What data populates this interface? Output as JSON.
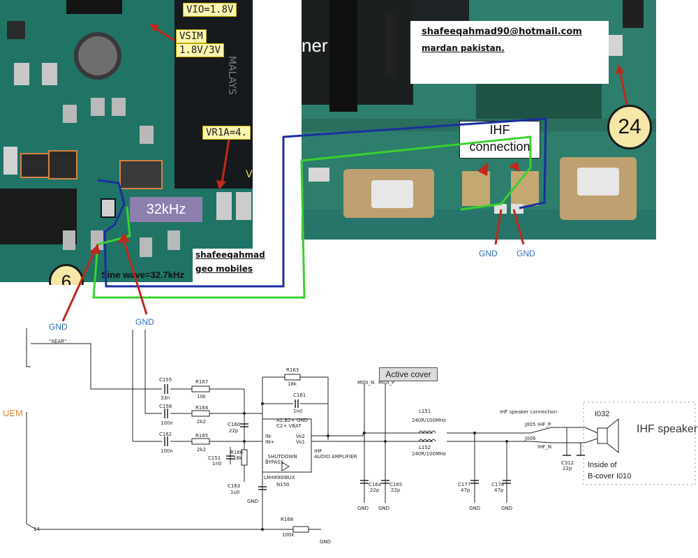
{
  "photo_labels": {
    "vio": "VIO=1.8V",
    "vsim_line1": "VSIM",
    "vsim_line2": "1.8V/3V",
    "vr1a": "VR1A=4.",
    "chip_ic": "MALAYS",
    "freq": "32kHz",
    "sine": "Sine wave=32.7kHz",
    "partial_text": "ner",
    "badge_left": "6",
    "badge_right": "24",
    "ihf_line1": "IHF",
    "ihf_line2": "connection",
    "v_cut": "V"
  },
  "credits": {
    "email": "shafeeqahmad90@hotmail.com",
    "location": "mardan pakistan.",
    "name": "shafeeqahmad",
    "shop": "geo mobiles"
  },
  "gnd_labels": [
    "GND",
    "GND",
    "GND",
    "GND"
  ],
  "schematic": {
    "uem": "UEM",
    "xear": "\"XEAR\"",
    "active_cover": "Active cover",
    "ihf_speaker": "IHF speaker",
    "i032": "I032",
    "inside_line1": "Inside of",
    "inside_line2": "B-cover I010",
    "ihf_speaker_conn": "IHF speaker connection",
    "midi_n": "MIDI_N",
    "midi_p": "MIDI_P",
    "ihf_p": "IHF_P",
    "ihf_n": "IHF_N",
    "j005": "J005",
    "j006": "J006",
    "c155": "C155",
    "c155v": "33n",
    "r167": "R167",
    "r167v": "10k",
    "c158": "C158",
    "c158v": "100n",
    "r164": "R164",
    "r164v": "2k2",
    "c162": "C162",
    "c162v": "100n",
    "r165": "R165",
    "r165v": "2k2",
    "r163": "R163",
    "r163v": "18k",
    "c161": "C161",
    "c161v": "1n0",
    "c160": "C160",
    "c160v": "22p",
    "r166": "R166",
    "r166v": "18k",
    "c151": "C151",
    "c151v": "1n0",
    "c163": "C163",
    "c163v": "1u0",
    "r168": "R168",
    "r168v": "100k",
    "l151": "L151",
    "l151v": "240R/100MHz",
    "l152": "L152",
    "l152v": "240R/100MHz",
    "c164": "C164",
    "c164v": "22p",
    "c165": "C165",
    "c165v": "22p",
    "c177": "C177",
    "c177v": "47p",
    "c178": "C178",
    "c178v": "47p",
    "c312": "C312",
    "c312v": "22p",
    "amp_pins_top": "A2,B2+ GND",
    "amp_c2": "C2+ VBAT",
    "amp_inm": "IN-",
    "amp_inp": "IN+",
    "amp_vo2": "Vo2",
    "amp_vo1": "Vo1",
    "amp_shutdown": "_SHUTDOWN",
    "amp_bypass": "BYPASS",
    "amp_part": "LM4890IBUX",
    "amp_ref": "N150",
    "amp_ihf": "IHF",
    "amp_desc": "AUDIO AMPLIFIER",
    "gnd": "GND",
    "pin14": "14"
  },
  "colors": {
    "trace_blue": "#1a2fa0",
    "trace_green": "#3ad12e",
    "arrow_red": "#c0281c",
    "gnd_blue": "#2a6fb5",
    "uem_orange": "#d38a3a"
  }
}
